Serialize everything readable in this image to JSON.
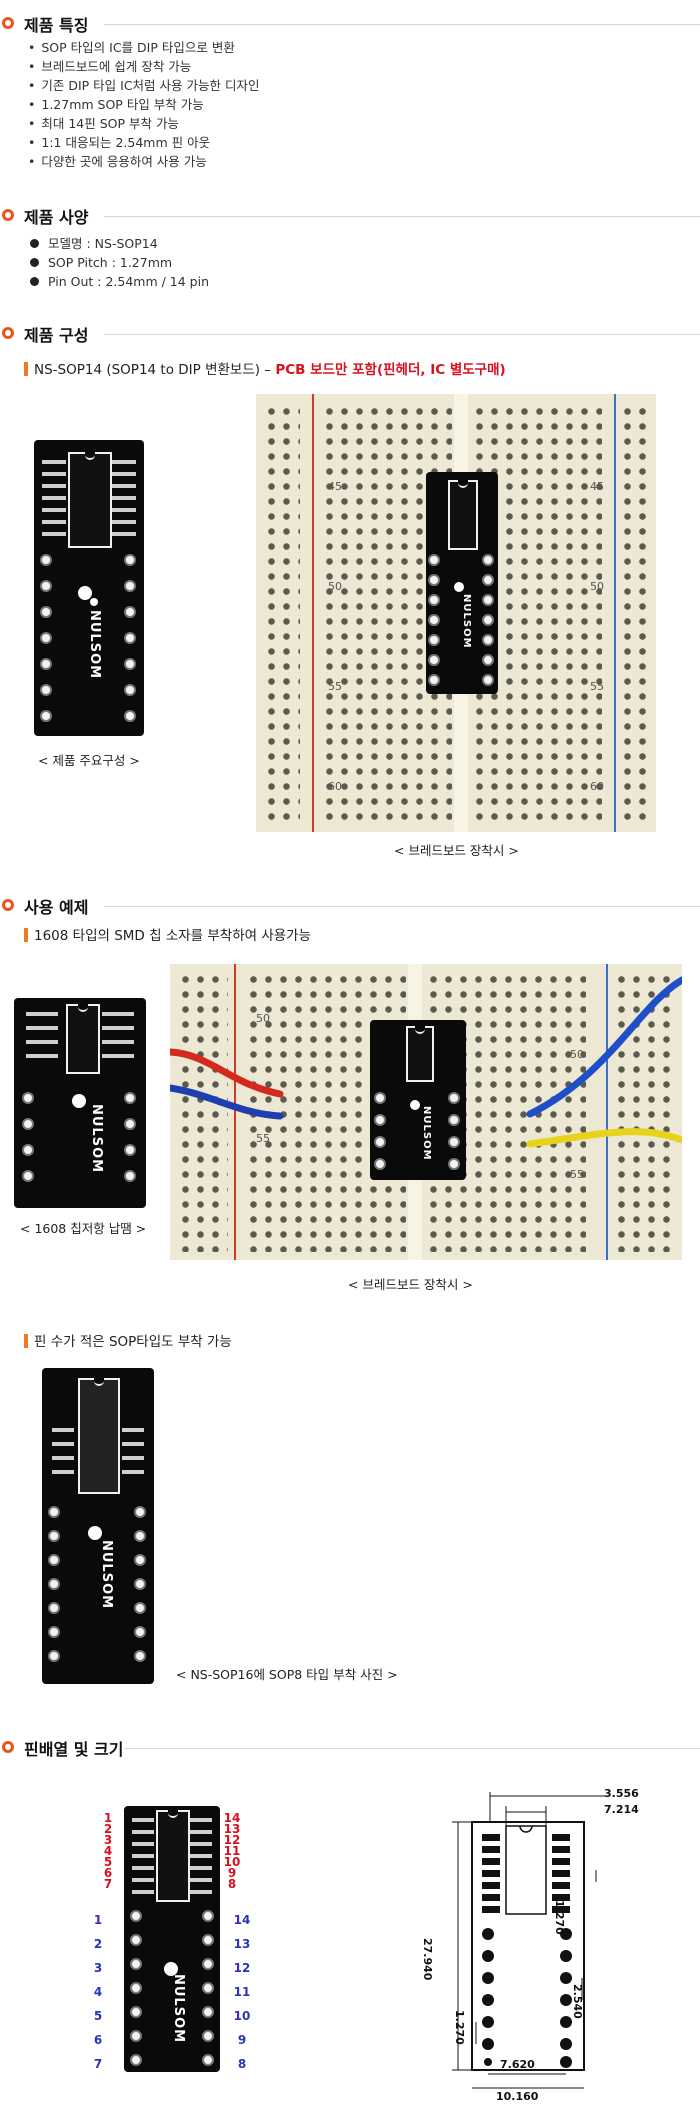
{
  "sections": {
    "features": {
      "title": "제품 특징",
      "items": [
        "SOP 타입의 IC를 DIP 타입으로 변환",
        "브레드보드에 쉽게 장착 가능",
        "기존 DIP 타입 IC처럼 사용 가능한 디자인",
        "1.27mm SOP 타입 부착 가능",
        "최대 14핀 SOP 부착 가능",
        "1:1 대응되는 2.54mm 핀 아웃",
        "다양한 곳에 응용하여 사용 가능"
      ]
    },
    "specs": {
      "title": "제품 사양",
      "items": [
        "모델명 : NS-SOP14",
        "SOP Pitch : 1.27mm",
        "Pin Out : 2.54mm / 14 pin"
      ]
    },
    "composition": {
      "title": "제품 구성",
      "line_black": "NS-SOP14 (SOP14 to DIP 변환보드) –",
      "line_red": "PCB 보드만 포함(핀헤더, IC 별도구매)",
      "caption_left": "< 제품 주요구성 >",
      "caption_right": "< 브레드보드 장착시 >",
      "bb_numbers": [
        "45",
        "50",
        "55",
        "60"
      ]
    },
    "usage": {
      "title": "사용 예제",
      "sub1": "1608 타입의 SMD 칩 소자를 부착하여 사용가능",
      "caption_left": "< 1608 칩저항 납땜 >",
      "caption_right": "< 브레드보드 장착시 >",
      "bb_numbers": [
        "50",
        "55"
      ],
      "sub2": "핀 수가 적은 SOP타입도 부착 가능",
      "caption_sop8": "< NS-SOP16에 SOP8 타입 부착 사진 >"
    },
    "pinout": {
      "title": "핀배열 및 크기",
      "top_left_labels": [
        "1",
        "2",
        "3",
        "4",
        "5",
        "6",
        "7"
      ],
      "top_right_labels": [
        "14",
        "13",
        "12",
        "11",
        "10",
        "9",
        "8"
      ],
      "bottom_left_labels": [
        "1",
        "2",
        "3",
        "4",
        "5",
        "6",
        "7"
      ],
      "bottom_right_labels": [
        "14",
        "13",
        "12",
        "11",
        "10",
        "9",
        "8"
      ],
      "dims": {
        "d1": "3.556",
        "d2": "7.214",
        "d3": "1.270",
        "d4": "27.940",
        "d5": "1.270",
        "d6": "2.540",
        "d7": "7.620",
        "d8": "10.160"
      }
    }
  },
  "logo_text": "NULSOM",
  "colors": {
    "accent": "#e8561c",
    "red": "#d7121f",
    "blue": "#2a35b5",
    "pcb": "#0a0a0a"
  }
}
